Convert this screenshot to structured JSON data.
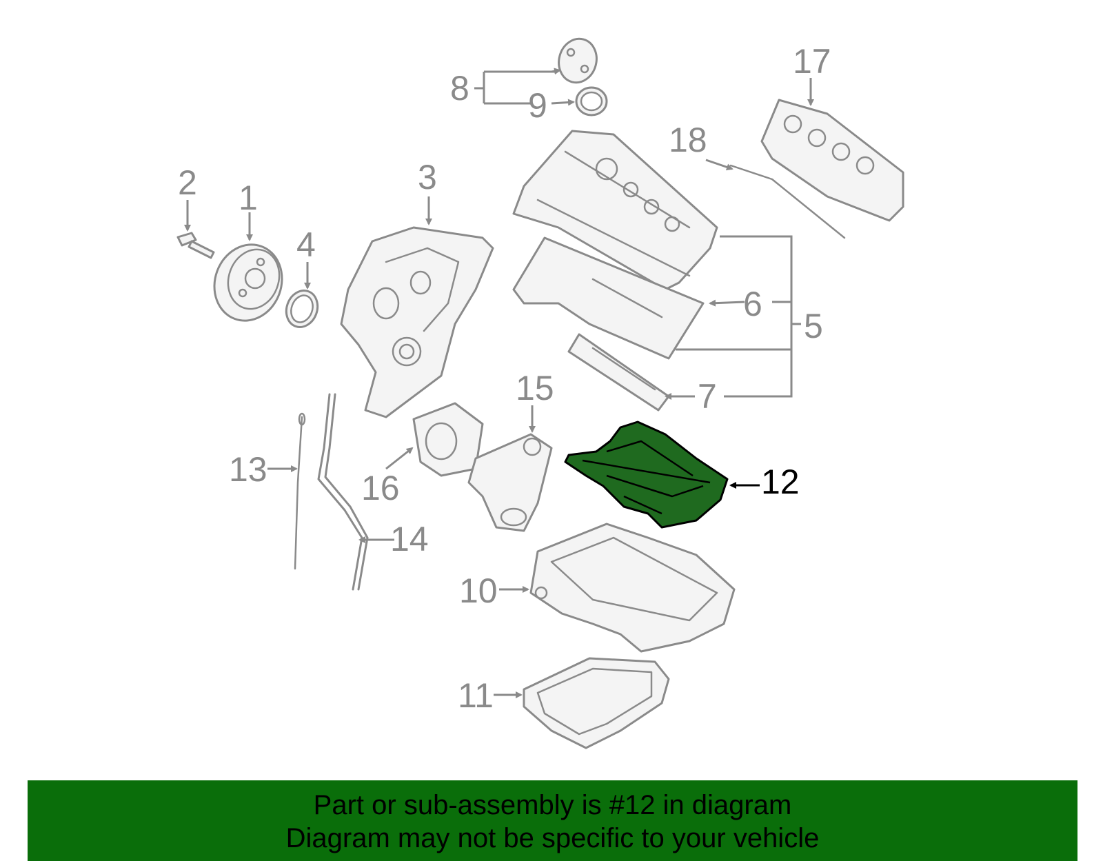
{
  "diagram": {
    "callouts": [
      "1",
      "2",
      "3",
      "4",
      "5",
      "6",
      "7",
      "8",
      "9",
      "10",
      "11",
      "12",
      "13",
      "14",
      "15",
      "16",
      "17",
      "18"
    ],
    "highlighted_part": "12",
    "colors": {
      "part_line": "#8a8a8a",
      "highlight_fill": "#1f6a1f",
      "banner": "#0a6e0a"
    }
  },
  "footer": {
    "line1": "Part or sub-assembly is #12 in diagram",
    "line2": "Diagram may not be specific to your vehicle"
  }
}
